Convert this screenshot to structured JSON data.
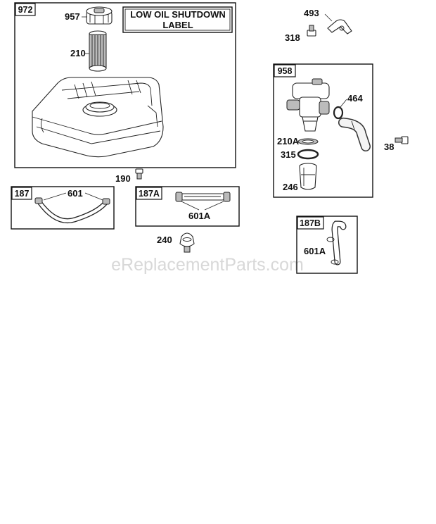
{
  "watermark": "eReplacementParts.com",
  "boxes": {
    "b972": "972",
    "b958": "958",
    "b187": "187",
    "b187A": "187A",
    "b187B": "187B"
  },
  "note": {
    "line1": "LOW OIL SHUTDOWN",
    "line2": "LABEL"
  },
  "labels": {
    "p957": "957",
    "p210": "210",
    "p493": "493",
    "p318": "318",
    "p464": "464",
    "p210A": "210A",
    "p38": "38",
    "p315": "315",
    "p246": "246",
    "p190": "190",
    "p601": "601",
    "p601A": "601A",
    "p240": "240",
    "p601A_b": "601A"
  },
  "colors": {
    "line": "#111111",
    "watermark": "#d8d8d8",
    "fill_shade": "#bbbbbb"
  }
}
